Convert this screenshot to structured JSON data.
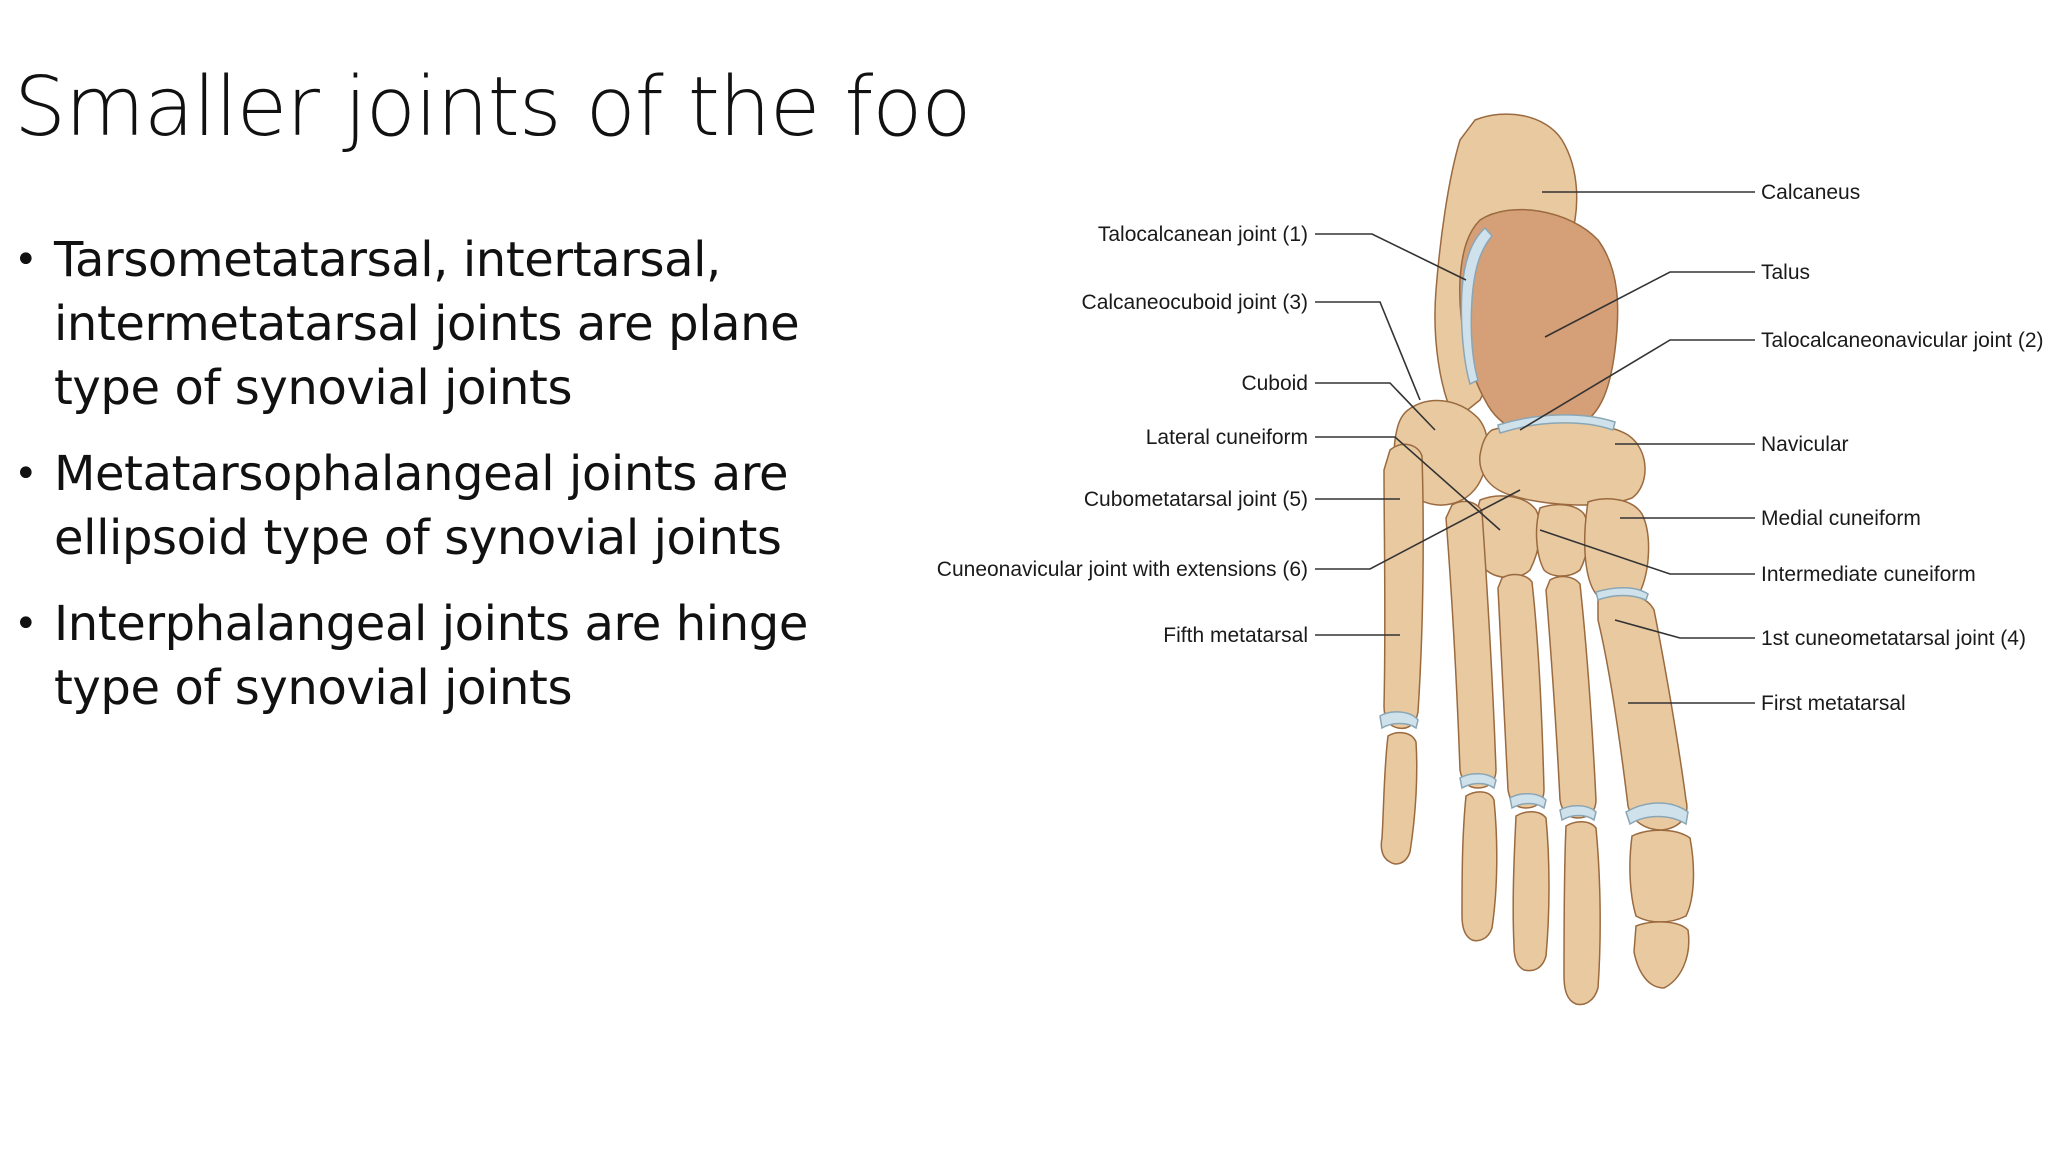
{
  "slide": {
    "title": "Smaller joints of the foot:",
    "bullets": [
      "Tarsometatarsal, intertarsal, intermetatarsal joints are plane type of synovial joints",
      "Metatarsophalangeal joints are ellipsoid type of synovial joints",
      "Interphalangeal joints are hinge type of synovial joints"
    ],
    "bullet_glyph": "•"
  },
  "figure": {
    "left_labels": [
      "Talocalcanean joint (1)",
      "Calcaneocuboid joint (3)",
      "Cuboid",
      "Lateral cuneiform",
      "Cubometatarsal joint (5)",
      "Cuneonavicular joint with extensions (6)",
      "Fifth metatarsal"
    ],
    "right_labels": [
      "Calcaneus",
      "Talus",
      "Talocalcaneonavicular joint (2)",
      "Navicular",
      "Medial cuneiform",
      "Intermediate cuneiform",
      "1st cuneometatarsal joint (4)",
      "First metatarsal"
    ],
    "colors": {
      "bone": "#e8c9a0",
      "bone_shade": "#c9935e",
      "talus": "#d59f78",
      "cartilage": "#cfe2ec",
      "leader": "#333333"
    }
  }
}
